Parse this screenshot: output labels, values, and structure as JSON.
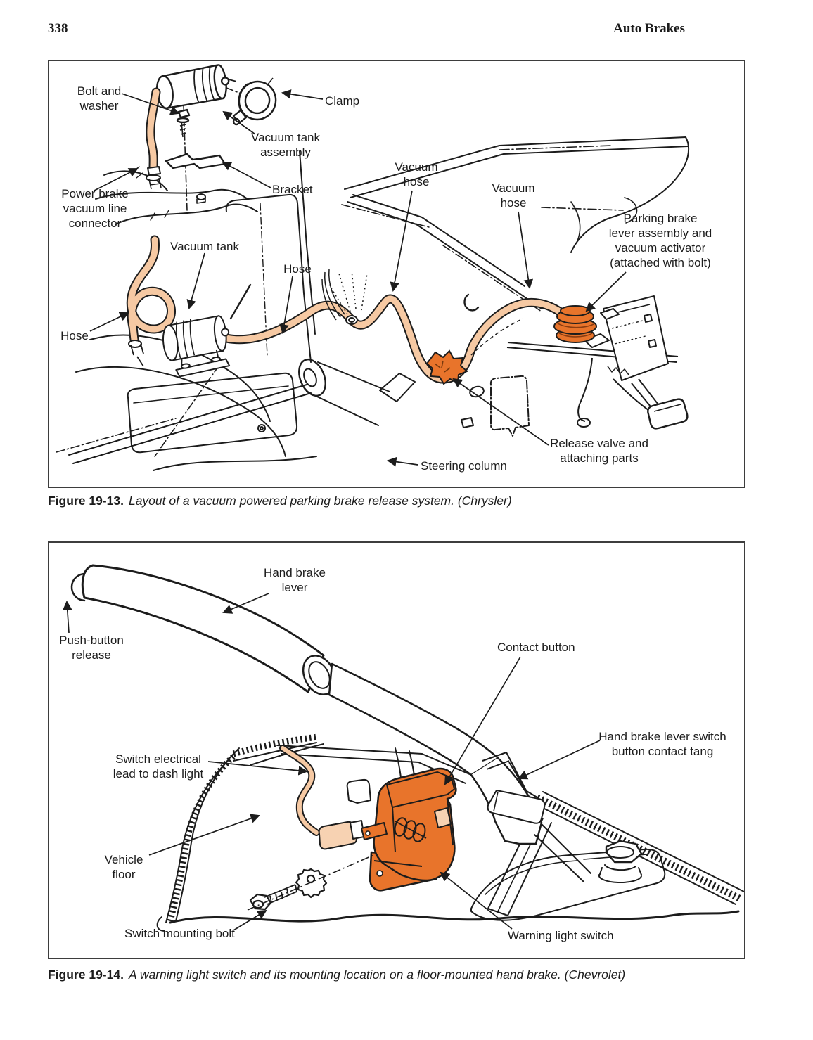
{
  "page": {
    "number": "338",
    "running_head": "Auto Brakes"
  },
  "colors": {
    "hose": "#F6C9A3",
    "highlight": "#E8742B",
    "ink": "#1c1c1c"
  },
  "figure_19_13": {
    "caption_label": "Figure 19-13.",
    "caption_body": "Layout of a vacuum powered parking brake release system. (Chrysler)",
    "labels": {
      "bolt_and_washer": "Bolt and\nwasher",
      "clamp": "Clamp",
      "vacuum_tank_assembly": "Vacuum tank\nassembly",
      "bracket": "Bracket",
      "power_brake_vacuum_line_connector": "Power brake\nvacuum line\nconnector",
      "vacuum_tank": "Vacuum tank",
      "hose_upper": "Hose",
      "hose_left": "Hose",
      "vacuum_hose_left": "Vacuum\nhose",
      "vacuum_hose_right": "Vacuum\nhose",
      "parking_brake_lever_assembly": "Parking brake\nlever assembly and\nvacuum activator\n(attached with bolt)",
      "release_valve": "Release valve and\nattaching parts",
      "steering_column": "Steering column"
    }
  },
  "figure_19_14": {
    "caption_label": "Figure 19-14.",
    "caption_body": "A warning light switch and its mounting location on a floor-mounted hand brake. (Chevrolet)",
    "labels": {
      "hand_brake_lever": "Hand brake\nlever",
      "push_button_release": "Push-button\nrelease",
      "contact_button": "Contact button",
      "hand_brake_lever_switch_button_contact_tang": "Hand brake lever switch\nbutton contact tang",
      "switch_electrical_lead": "Switch electrical\nlead to dash light",
      "vehicle_floor": "Vehicle\nfloor",
      "switch_mounting_bolt": "Switch mounting bolt",
      "warning_light_switch": "Warning light switch"
    }
  }
}
